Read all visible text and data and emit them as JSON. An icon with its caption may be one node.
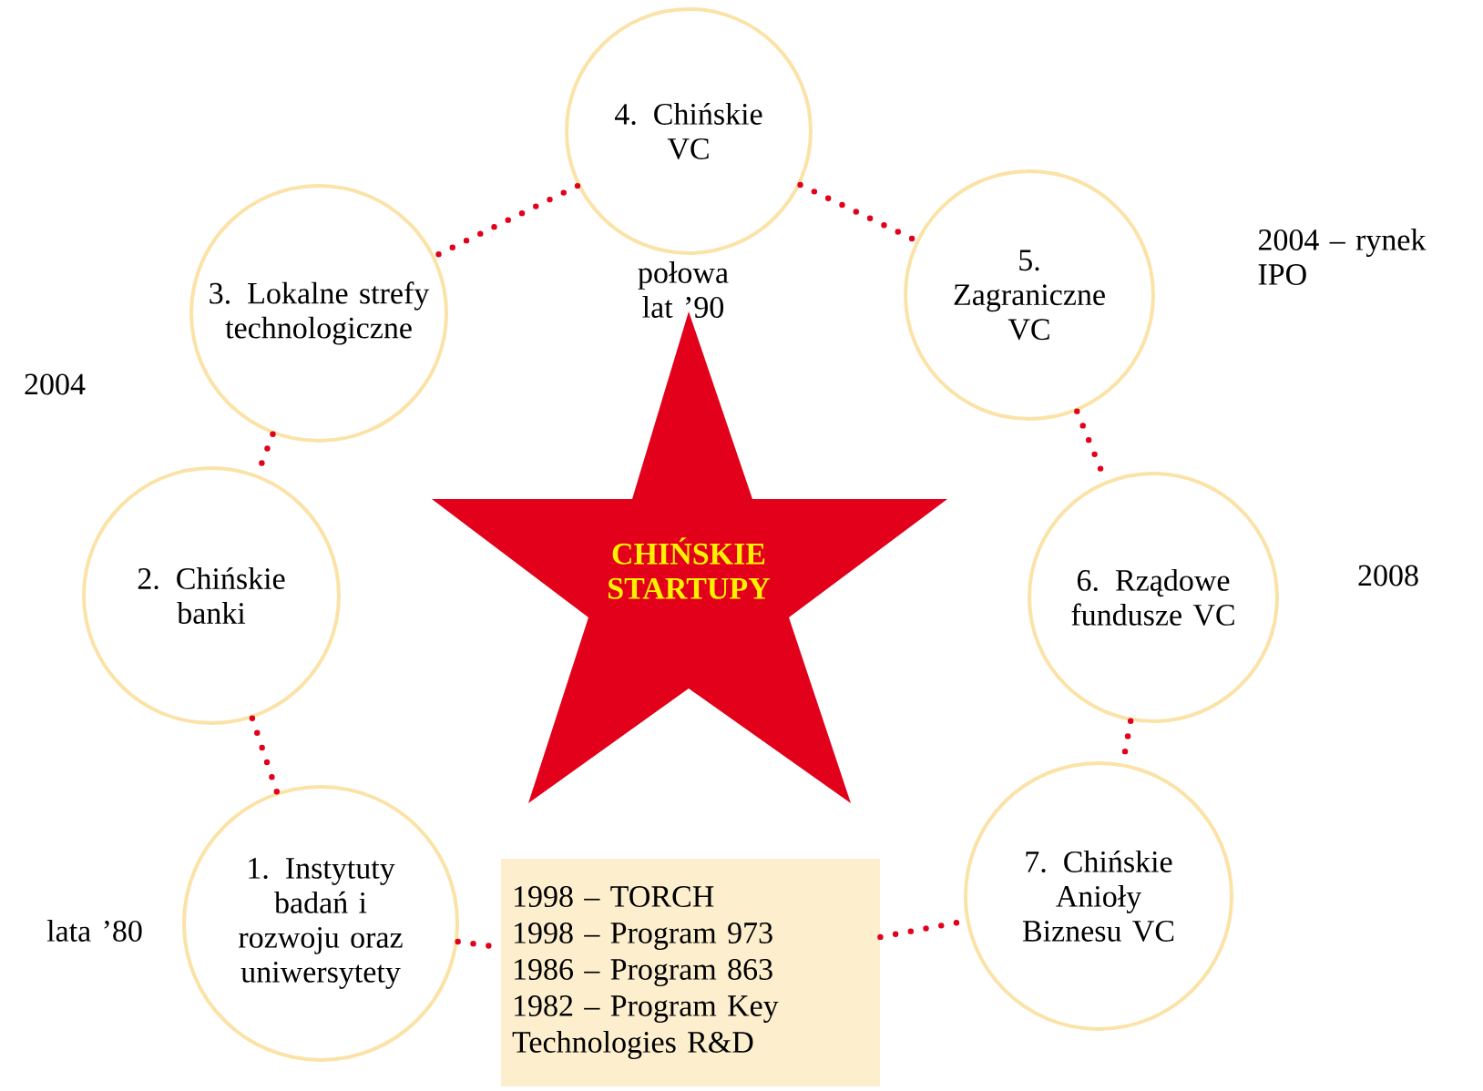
{
  "diagram": {
    "nodes": [
      {
        "text": [
          "1. Instytuty badań i rozwoju oraz uniwersytety"
        ],
        "beside": [
          "lata ’80"
        ]
      },
      {
        "text": [
          "2. Chińskie banki"
        ]
      },
      {
        "text": [
          "3. Lokalne strefy technologiczne"
        ],
        "beside": [
          "2004"
        ]
      },
      {
        "text": [
          "4. Chińskie VC"
        ],
        "beside": [
          "połowa lat ’90"
        ]
      },
      {
        "text": [
          "5. Zagraniczne VC"
        ],
        "beside": [
          "2004 – rynek IPO"
        ]
      },
      {
        "text": [
          "6. Rządowe fundusze VC"
        ],
        "beside": [
          "2008"
        ]
      },
      {
        "text": [
          "7. Chińskie Anioły Biznesu VC"
        ]
      },
      {
        "text": [
          "CHIŃSKIE STARTUPY"
        ]
      },
      {
        "text": [
          "1998 – TORCH",
          "1998 – Program 973",
          "1986 – Program 863",
          "1982 – Program Key Technologies R&D"
        ]
      }
    ],
    "edges": [
      {
        "from": 3,
        "to": 2,
        "arrow": "none"
      },
      {
        "from": 3,
        "to": 4,
        "arrow": "none"
      },
      {
        "from": 2,
        "to": 1,
        "arrow": "none"
      },
      {
        "from": 4,
        "to": 5,
        "arrow": "none"
      },
      {
        "from": 1,
        "to": 0,
        "arrow": "none"
      },
      {
        "from": 5,
        "to": 6,
        "arrow": "none"
      },
      {
        "from": 0,
        "to": 8,
        "arrow": "none"
      },
      {
        "from": 8,
        "to": 6,
        "arrow": "none"
      }
    ]
  }
}
